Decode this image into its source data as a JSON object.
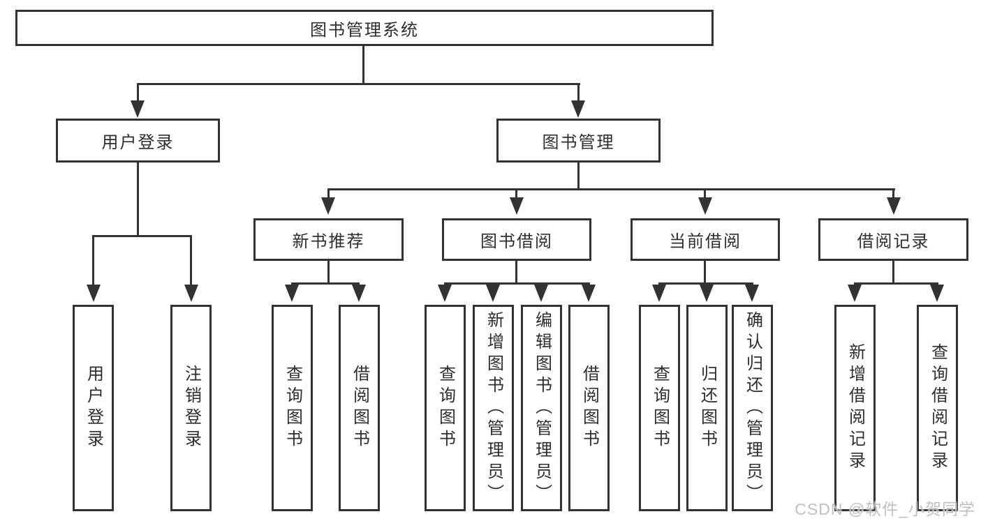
{
  "diagram": {
    "root": {
      "label": "图书管理系统"
    },
    "branches": [
      {
        "label": "用户登录",
        "children": [
          {
            "label": "用户登录"
          },
          {
            "label": "注销登录"
          }
        ]
      },
      {
        "label": "图书管理",
        "children": [
          {
            "label": "新书推荐",
            "children": [
              {
                "label": "查询图书"
              },
              {
                "label": "借阅图书"
              }
            ]
          },
          {
            "label": "图书借阅",
            "children": [
              {
                "label": "查询图书"
              },
              {
                "label": "新增图书（管理员）"
              },
              {
                "label": "编辑图书（管理员）"
              },
              {
                "label": "借阅图书"
              }
            ]
          },
          {
            "label": "当前借阅",
            "children": [
              {
                "label": "查询图书"
              },
              {
                "label": "归还图书"
              },
              {
                "label": "确认归还（管理员）"
              }
            ]
          },
          {
            "label": "借阅记录",
            "children": [
              {
                "label": "新增借阅记录"
              },
              {
                "label": "查询借阅记录"
              }
            ]
          }
        ]
      }
    ]
  },
  "watermark": {
    "text": "CSDN @软件_小贺同学"
  },
  "colors": {
    "line": "#333333",
    "box_border": "#333333",
    "text": "#2e2e2e",
    "watermark": "#b9b9b9",
    "background": "#ffffff"
  }
}
